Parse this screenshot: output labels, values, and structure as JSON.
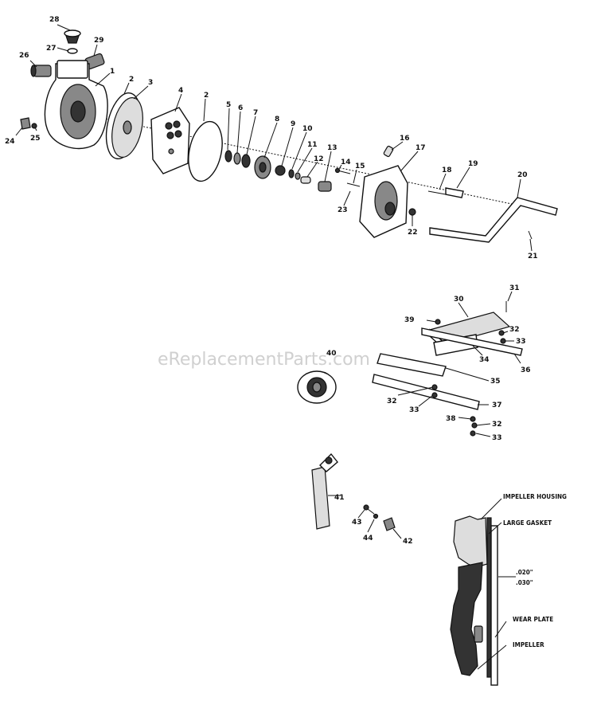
{
  "watermark": "eReplacementParts.com",
  "callouts": {
    "c1": "1",
    "c2a": "2",
    "c3": "3",
    "c4": "4",
    "c2b": "2",
    "c5": "5",
    "c6": "6",
    "c7": "7",
    "c8": "8",
    "c9": "9",
    "c10": "10",
    "c11": "11",
    "c12": "12",
    "c13": "13",
    "c14": "14",
    "c15": "15",
    "c16": "16",
    "c17": "17",
    "c18": "18",
    "c19": "19",
    "c20": "20",
    "c21": "21",
    "c22": "22",
    "c23": "23",
    "c24": "24",
    "c25": "25",
    "c26": "26",
    "c27": "27",
    "c28": "28",
    "c29": "29",
    "c30": "30",
    "c31": "31",
    "c32a": "32",
    "c33a": "33",
    "c34": "34",
    "c35": "35",
    "c36": "36",
    "c37": "37",
    "c38": "38",
    "c39": "39",
    "c32b": "32",
    "c33b": "33",
    "c32c": "32",
    "c33c": "33",
    "c40": "40",
    "c41": "41",
    "c42": "42",
    "c43": "43",
    "c44": "44"
  },
  "detail": {
    "impeller_housing": "IMPELLER HOUSING",
    "large_gasket": "LARGE GASKET",
    "clearance_min": ".020\"",
    "clearance_max": ".030\"",
    "wear_plate": "WEAR PLATE",
    "impeller": "IMPELLER"
  }
}
